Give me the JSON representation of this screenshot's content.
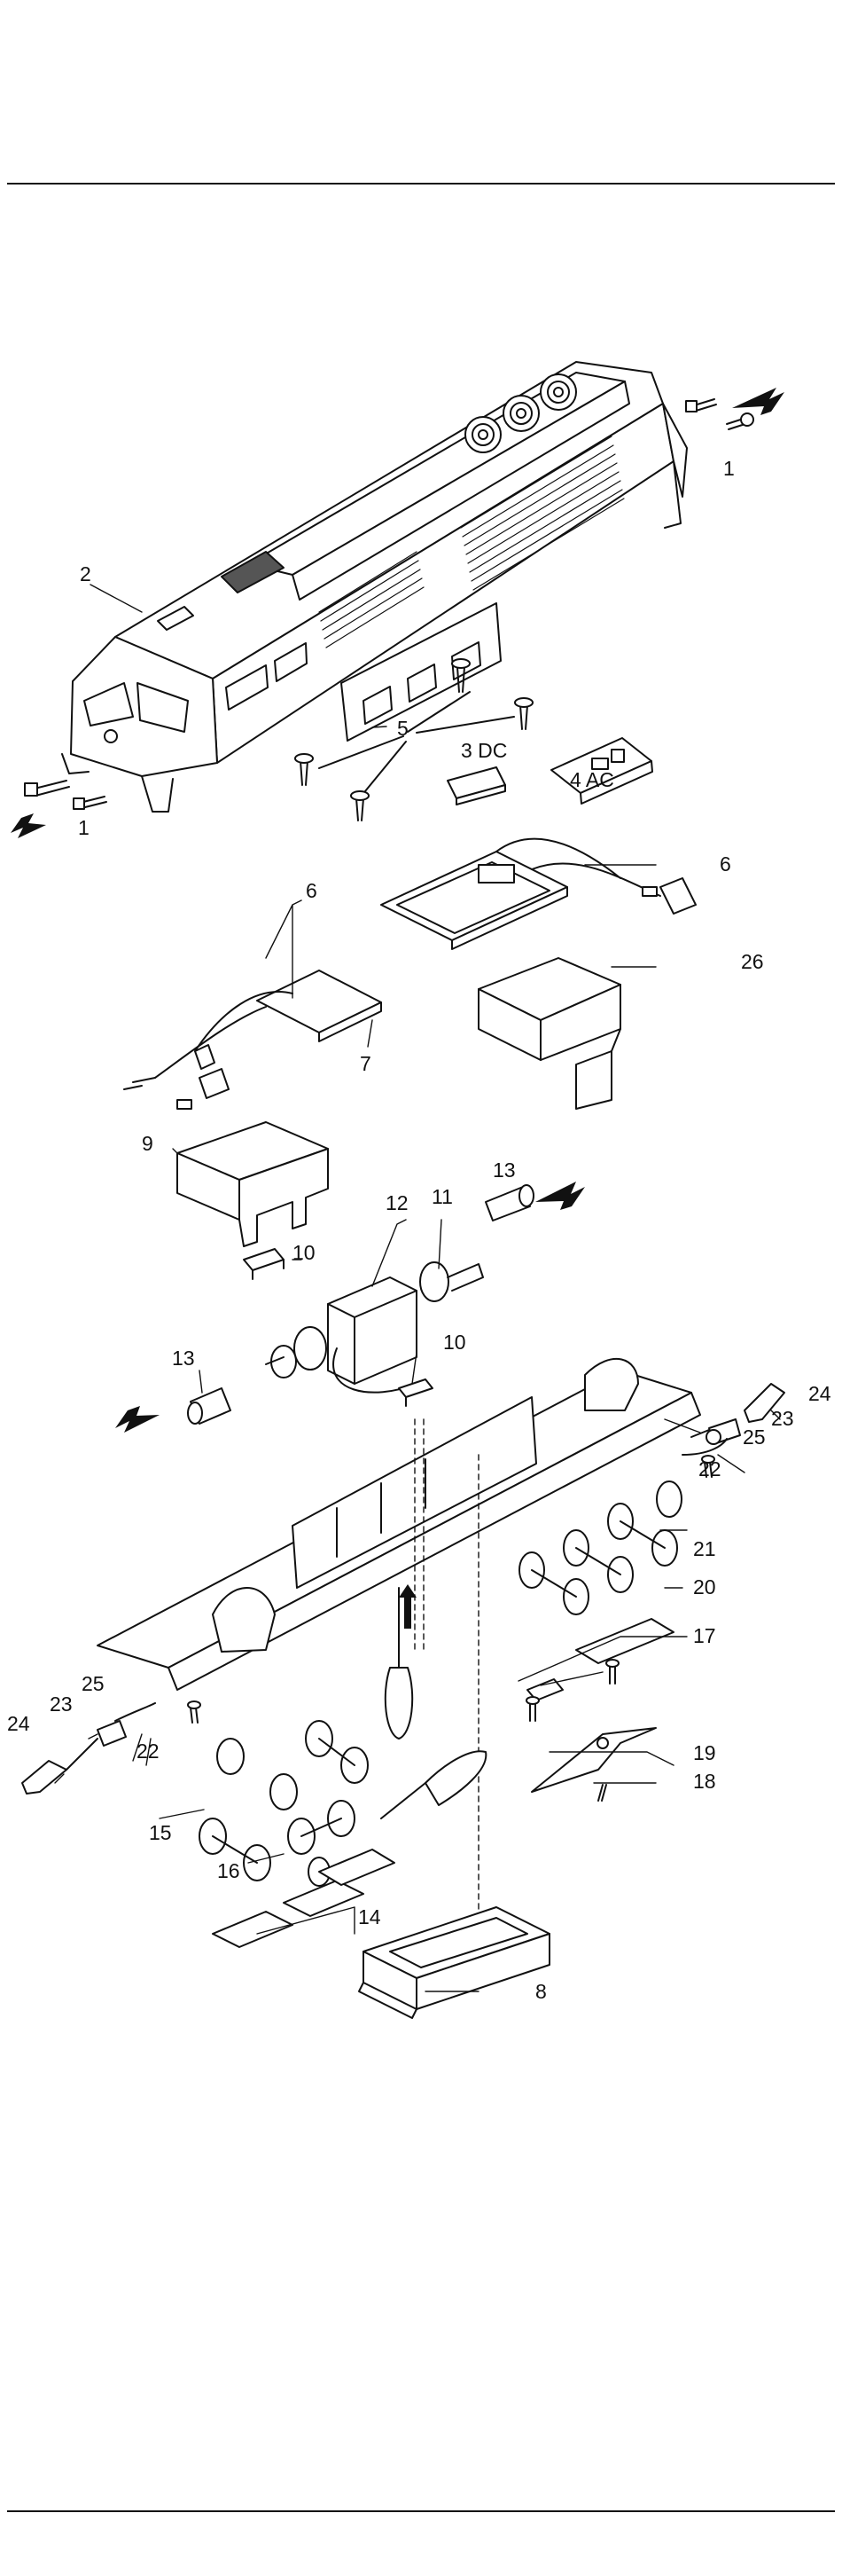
{
  "diagram": {
    "part_labels": [
      {
        "key": "p1a",
        "text": "1"
      },
      {
        "key": "p1b",
        "text": "1"
      },
      {
        "key": "p2",
        "text": "2"
      },
      {
        "key": "p3",
        "text": "3  DC"
      },
      {
        "key": "p4",
        "text": "4  AC"
      },
      {
        "key": "p5",
        "text": "5"
      },
      {
        "key": "p6a",
        "text": "6"
      },
      {
        "key": "p6b",
        "text": "6"
      },
      {
        "key": "p7",
        "text": "7"
      },
      {
        "key": "p8",
        "text": "8"
      },
      {
        "key": "p9",
        "text": "9"
      },
      {
        "key": "p10a",
        "text": "10"
      },
      {
        "key": "p10b",
        "text": "10"
      },
      {
        "key": "p11",
        "text": "11"
      },
      {
        "key": "p12",
        "text": "12"
      },
      {
        "key": "p13a",
        "text": "13"
      },
      {
        "key": "p13b",
        "text": "13"
      },
      {
        "key": "p14",
        "text": "14"
      },
      {
        "key": "p15",
        "text": "15"
      },
      {
        "key": "p16",
        "text": "16"
      },
      {
        "key": "p17",
        "text": "17"
      },
      {
        "key": "p18",
        "text": "18"
      },
      {
        "key": "p19",
        "text": "19"
      },
      {
        "key": "p20",
        "text": "20"
      },
      {
        "key": "p21",
        "text": "21"
      },
      {
        "key": "p22a",
        "text": "22"
      },
      {
        "key": "p22b",
        "text": "22"
      },
      {
        "key": "p23a",
        "text": "23"
      },
      {
        "key": "p23b",
        "text": "23"
      },
      {
        "key": "p24a",
        "text": "24"
      },
      {
        "key": "p24b",
        "text": "24"
      },
      {
        "key": "p25a",
        "text": "25"
      },
      {
        "key": "p25b",
        "text": "25"
      },
      {
        "key": "p26",
        "text": "26"
      }
    ]
  },
  "colors": {
    "ink": "#111111",
    "paper": "#ffffff",
    "shade": "#d8d8d8"
  }
}
